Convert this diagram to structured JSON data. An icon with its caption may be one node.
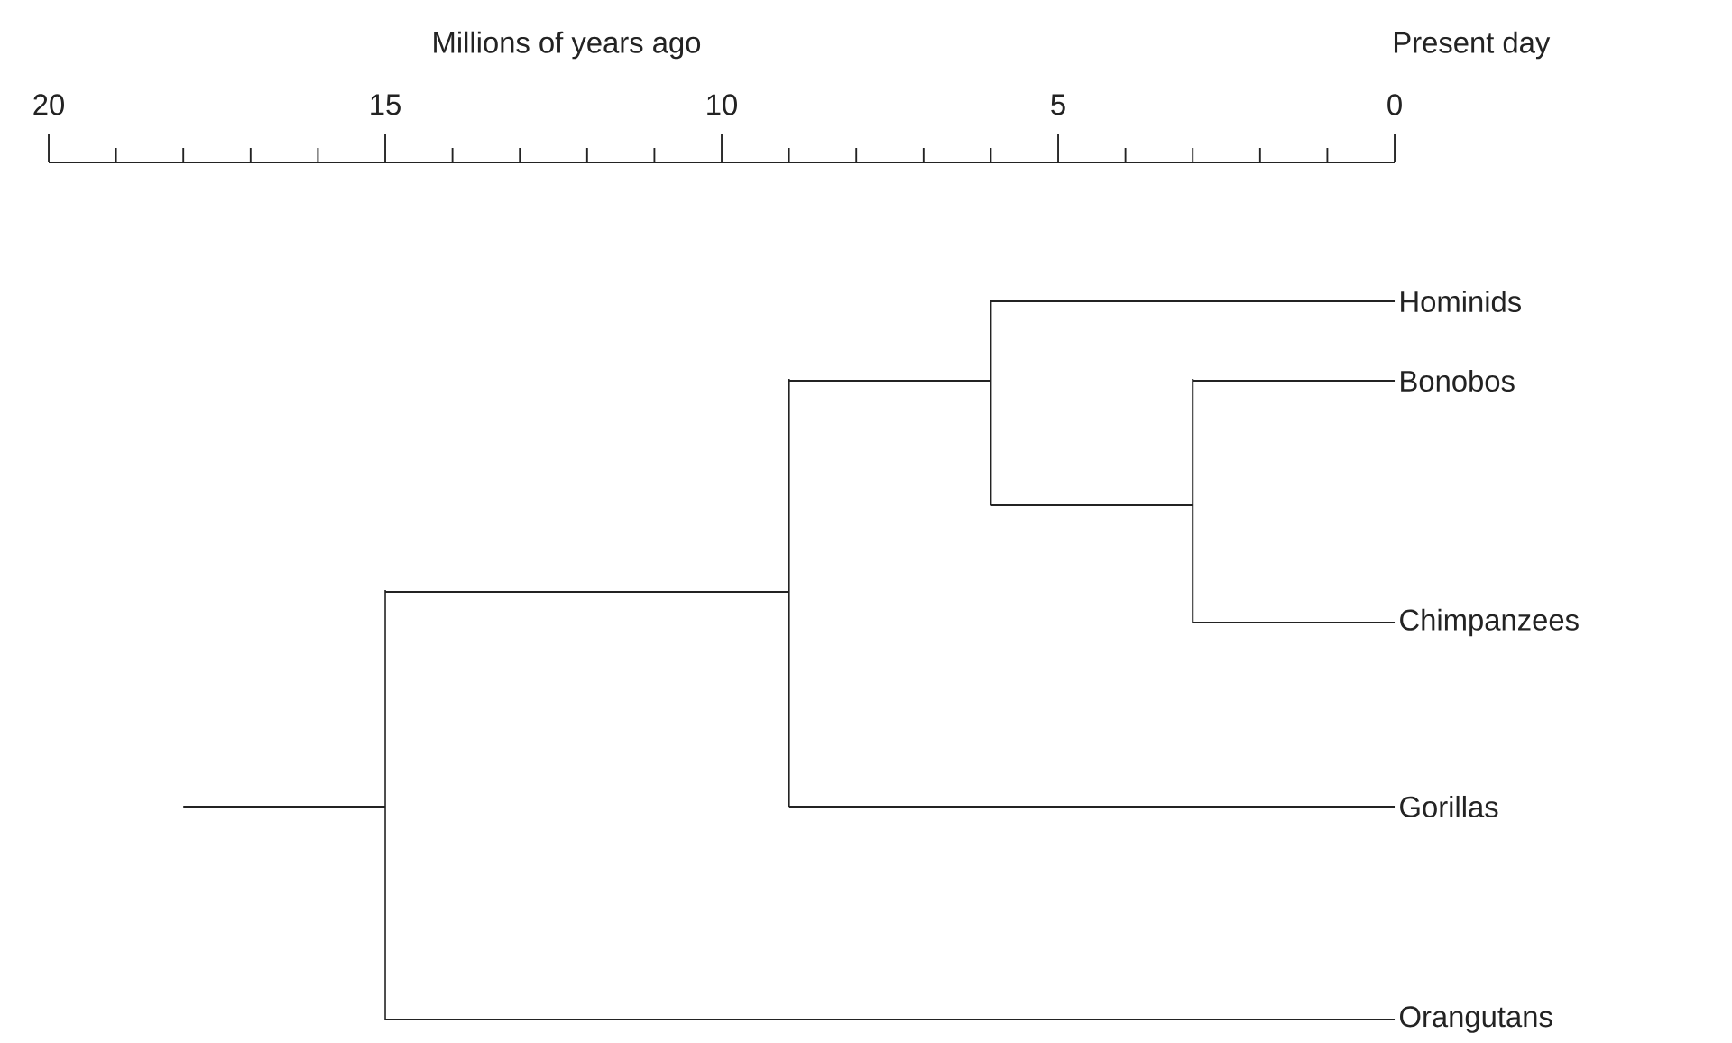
{
  "diagram": {
    "nodes": [
      {
        "text": [
          "Hominids"
        ]
      },
      {
        "text": [
          "Bonobos"
        ]
      },
      {
        "text": [
          "Chimpanzees"
        ]
      },
      {
        "text": [
          "Gorillas"
        ]
      },
      {
        "text": [
          "Orangutans"
        ]
      },
      {
        "text": [],
        "shape": "bar"
      },
      {
        "text": [],
        "shape": "bar"
      },
      {
        "text": [],
        "shape": "bar"
      },
      {
        "text": [],
        "shape": "bar"
      }
    ],
    "edges": [
      {
        "from": null,
        "to": 5,
        "arrow": "none"
      },
      {
        "from": 5,
        "to": 6,
        "arrow": "none"
      },
      {
        "from": 5,
        "to": 4,
        "arrow": "none"
      },
      {
        "from": 6,
        "to": 7,
        "arrow": "none"
      },
      {
        "from": 6,
        "to": 3,
        "arrow": "none"
      },
      {
        "from": 7,
        "to": 0,
        "arrow": "none"
      },
      {
        "from": 7,
        "to": 8,
        "arrow": "none"
      },
      {
        "from": 8,
        "to": 1,
        "arrow": "none"
      },
      {
        "from": 8,
        "to": 2,
        "arrow": "none"
      }
    ],
    "labels": [
      "Millions of years ago",
      "Present day",
      "20",
      "15",
      "10",
      "5",
      "0"
    ]
  }
}
